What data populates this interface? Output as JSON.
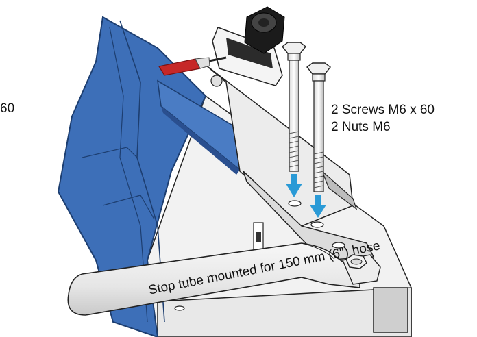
{
  "labels": {
    "left_fragment": "60",
    "parts": [
      "2 Screws M6 x 60",
      "2 Nuts M6"
    ],
    "tube_caption": "Stop tube mounted for 150 mm (6\") hose"
  },
  "colors": {
    "frame_blue": "#3d6fb8",
    "frame_blue_dark": "#2a4f8f",
    "metal_light": "#eeeeee",
    "metal_shadow": "#bdbdbd",
    "arrow_blue": "#2a9ad6",
    "handle_red": "#c62828",
    "knob_black": "#1b1b1b"
  },
  "icons": [
    "down-arrow-icon",
    "down-arrow-icon"
  ]
}
